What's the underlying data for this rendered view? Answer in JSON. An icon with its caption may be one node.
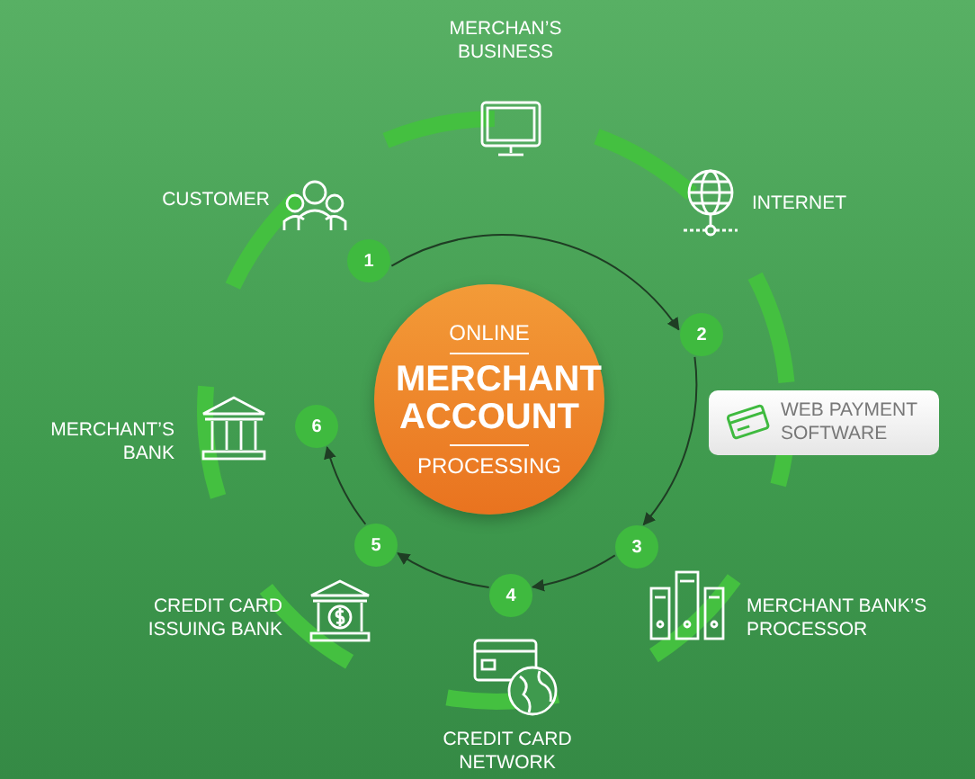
{
  "diagram": {
    "nodes": [
      {
        "text": [
          "ONLINE",
          "MERCHANT ACCOUNT",
          "PROCESSING"
        ]
      },
      {
        "text": [
          "WEB PAYMENT SOFTWARE"
        ]
      },
      {
        "text": [
          "1"
        ]
      },
      {
        "text": [
          "2"
        ]
      },
      {
        "text": [
          "3"
        ]
      },
      {
        "text": [
          "4"
        ]
      },
      {
        "text": [
          "5"
        ]
      },
      {
        "text": [
          "6"
        ]
      }
    ],
    "edges": [
      {
        "from": 2,
        "to": 3,
        "arrow": "to"
      },
      {
        "from": 3,
        "to": 4,
        "arrow": "to"
      },
      {
        "from": 4,
        "to": 5,
        "arrow": "to"
      },
      {
        "from": 5,
        "to": 6,
        "arrow": "to"
      },
      {
        "from": 6,
        "to": 7,
        "arrow": "to"
      }
    ],
    "labels": [
      "MERCHAN’S BUSINESS",
      "INTERNET",
      "CUSTOMER",
      "MERCHANT’S BANK",
      "CREDIT CARD ISSUING BANK",
      "MERCHANT BANK’S PROCESSOR",
      "CREDIT CARD NETWORK"
    ]
  }
}
